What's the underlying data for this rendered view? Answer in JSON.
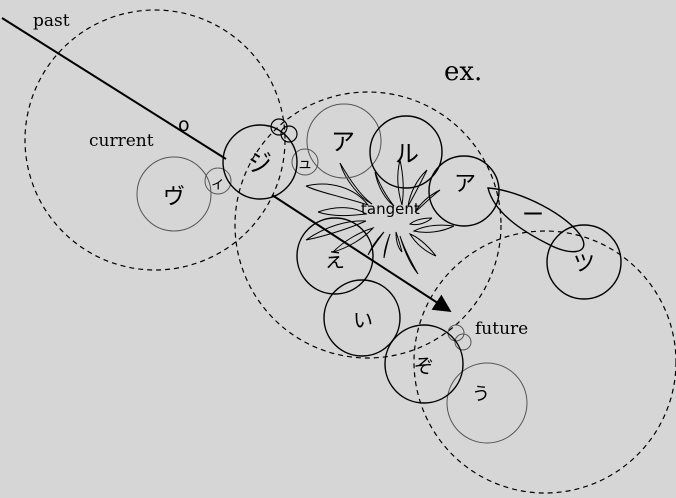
{
  "labels": {
    "past": "past",
    "current": "current",
    "o": "o",
    "ex": "ex.",
    "tangent": "tangent",
    "future": "future"
  },
  "glyphs": {
    "vu": "ヴ",
    "i_small": "ィ",
    "ju": "ジ",
    "yu_small": "ュ",
    "a1": "ア",
    "ru": "ル",
    "a2": "ア",
    "choon": "ー",
    "tsu": "ツ",
    "e": "え",
    "i": "い",
    "zo": "ぞ",
    "u": "う"
  },
  "colors": {
    "background": "#d6d6d6",
    "stroke": "#000000",
    "faint_stroke": "#555555"
  }
}
